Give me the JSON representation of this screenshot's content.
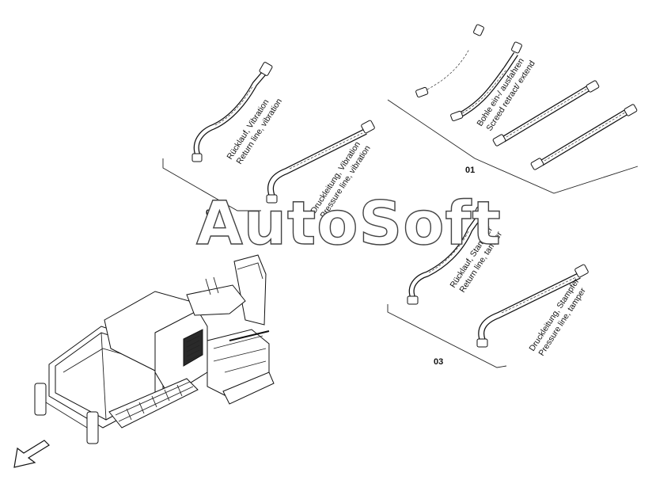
{
  "groups": {
    "g01": {
      "number": "01",
      "label_de": "Bohle ein-/ ausfahren",
      "label_en": "Screed retract/ extend"
    },
    "g02": {
      "number": "02",
      "return_de": "Rücklauf, Vibration",
      "return_en": "Return line, vibration",
      "pressure_de": "Druckleitung, Vibration",
      "pressure_en": "Pressure line, vibration"
    },
    "g03": {
      "number": "03",
      "return_de": "Rücklauf, Stampfer",
      "return_en": "Return line, tamper",
      "pressure_de": "Druckleitung, Stampfer",
      "pressure_en": "Pressure line, tamper"
    }
  },
  "watermark": "AutoSoft"
}
